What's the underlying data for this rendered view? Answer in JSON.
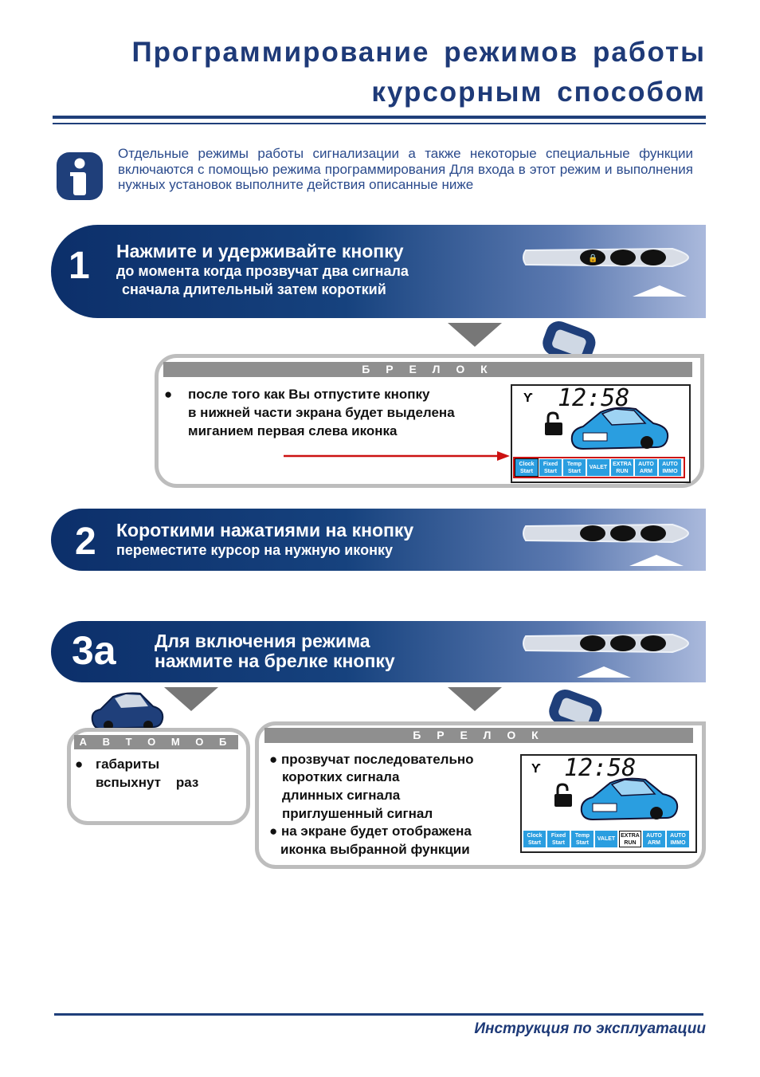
{
  "title": {
    "line1": "Программирование режимов работы",
    "line2": "курсорным способом"
  },
  "intro": {
    "text": "Отдельные режимы работы сигнализации а также некоторые специальные функции включаются с помощью режима программирования Для входа в этот режим и выполнения нужных установок выполните действия описанные ниже"
  },
  "step1": {
    "number": "1",
    "title": "Нажмите и удерживайте кнопку",
    "line2": "до момента когда прозвучат два сигнала",
    "line3": "сначала длительный затем короткий"
  },
  "panel1": {
    "header": "Б Р Е Л О К",
    "bullet": "●",
    "line1": "после того как Вы отпустите кнопку",
    "line2": "в нижней части экрана будет выделена",
    "line3": "миганием первая слева иконка"
  },
  "lcd": {
    "time": "12:58",
    "icons": [
      "Clock Start",
      "Fixed Start",
      "Temp Start",
      "VALET",
      "EXTRA RUN",
      "AUTO ARM",
      "AUTO IMMO"
    ]
  },
  "step2": {
    "number": "2",
    "title": "Короткими нажатиями на кнопку",
    "line2": "переместите курсор на нужную иконку"
  },
  "step3": {
    "number": "3а",
    "title": "Для включения режима",
    "line2": "нажмите на брелке кнопку"
  },
  "panel_car": {
    "header": "А В Т О М О Б И Л Ь",
    "bullet": "●",
    "line1": "габариты",
    "line2": "вспыхнут    раз"
  },
  "panel3": {
    "header": "Б Р Е Л О К",
    "line1": "● прозвучат последовательно",
    "line2": "коротких сигнала",
    "line3": "длинных сигнала",
    "line4": "приглушенный сигнал",
    "line5": "● на экране будет отображена",
    "line6": "иконка выбранной функции"
  },
  "footer": "Инструкция по эксплуатации",
  "colors": {
    "navy": "#1f3f7a",
    "panel_grey": "#8f8f8f",
    "lcd_blue": "#2a9ee0",
    "red": "#d11"
  }
}
